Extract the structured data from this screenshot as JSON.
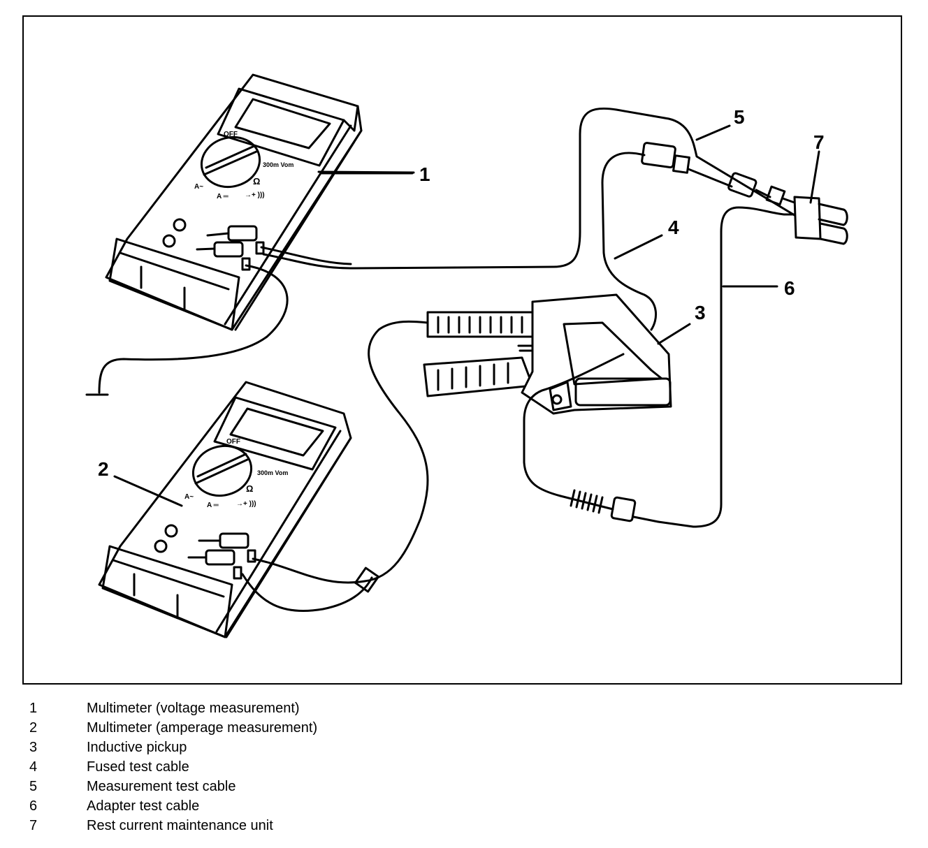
{
  "callouts": [
    "1",
    "2",
    "3",
    "4",
    "5",
    "6",
    "7"
  ],
  "meter_labels": {
    "off": "OFF",
    "range": "300m Vom",
    "ohm": "Ω",
    "amps_ac": "A~",
    "amps_dc": "A ═",
    "diode": "→+ ))) "
  },
  "legend": [
    {
      "num": "1",
      "text": "Multimeter (voltage measurement)"
    },
    {
      "num": "2",
      "text": "Multimeter (amperage measurement)"
    },
    {
      "num": "3",
      "text": "Inductive pickup"
    },
    {
      "num": "4",
      "text": "Fused test cable"
    },
    {
      "num": "5",
      "text": "Measurement test cable"
    },
    {
      "num": "6",
      "text": "Adapter test cable"
    },
    {
      "num": "7",
      "text": "Rest current maintenance unit"
    }
  ]
}
